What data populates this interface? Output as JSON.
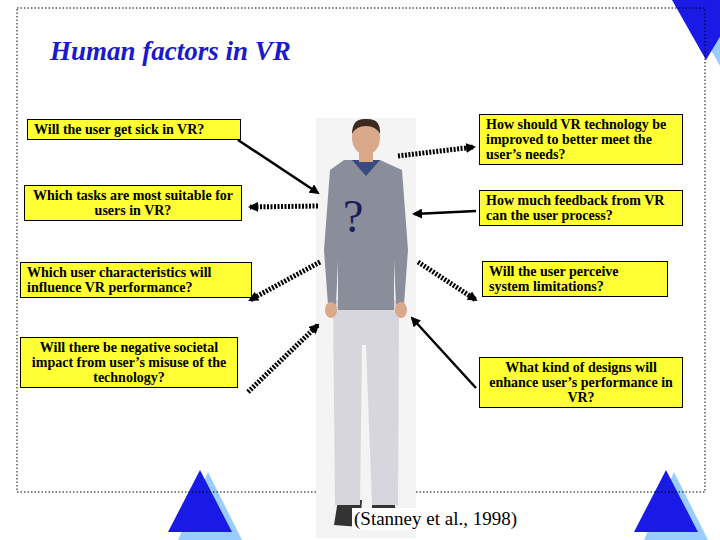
{
  "diagram": {
    "title": "Human factors in VR",
    "caption": "(Stanney et al., 1998)",
    "nodes": [
      {
        "text": [
          "Will the user get sick in VR?"
        ]
      },
      {
        "text": [
          "How should VR technology be improved to better meet the user’s needs?"
        ]
      },
      {
        "text": [
          "Which tasks are most suitable for users in VR?"
        ]
      },
      {
        "text": [
          "How much feedback from VR can the user process?"
        ]
      },
      {
        "text": [
          "Which user characteristics will influence VR performance?"
        ]
      },
      {
        "text": [
          "Will the user perceive system limitations?"
        ]
      },
      {
        "text": [
          "Will there be negative societal impact from user’s misuse of the technology?"
        ]
      },
      {
        "text": [
          "What kind of designs will enhance user’s performance in VR?"
        ]
      }
    ],
    "labels": [
      "?"
    ]
  }
}
